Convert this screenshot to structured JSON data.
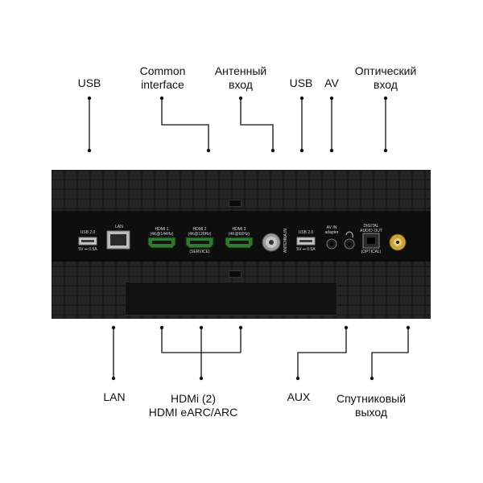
{
  "labels": {
    "top": {
      "usb1": "USB",
      "ci_line1": "Common",
      "ci_line2": "interface",
      "antenna_line1": "Антенный",
      "antenna_line2": "вход",
      "usb2": "USB",
      "av": "AV",
      "optical_line1": "Оптический",
      "optical_line2": "вход"
    },
    "bottom": {
      "lan": "LAN",
      "hdmi_line1": "HDMi (2)",
      "hdmi_line2": "HDMI eARC/ARC",
      "aux": "AUX",
      "sat_line1": "Спутниковый",
      "sat_line2": "выход"
    }
  },
  "panel": {
    "usb1_top": "USB 2.0",
    "usb1_bottom": "5V ⎓ 0.5A",
    "lan": "LAN",
    "hdmi1_top": "HDMI 1",
    "hdmi1_sub": "(4K@144Hz)",
    "hdmi2_top": "HDMI 2",
    "hdmi2_sub": "(4K@120Hz)",
    "hdmi2_bottom": "(SERVICE)",
    "hdmi3_top": "HDMI 3",
    "hdmi3_sub": "(4K@60Hz)",
    "antenna": "ANTENNA IN",
    "usb2_top": "USB 2.0",
    "usb2_bottom": "5V ⎓ 0.5A",
    "av_line1": "AV IN",
    "av_line2": "adapter",
    "optical_line1": "DIGITAL",
    "optical_line2": "AUDIO OUT",
    "optical_bottom": "(OPTICAL)"
  },
  "colors": {
    "panel": "#1a1a1a",
    "strip": "#0e0e0e",
    "hdmi_port": "#2f7a2f",
    "wire": "#111111"
  }
}
